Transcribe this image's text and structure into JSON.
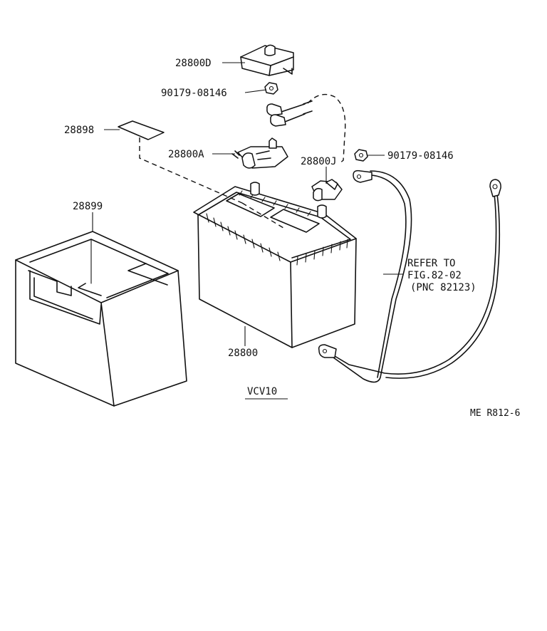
{
  "labels": {
    "p288000": "28800D",
    "p90179_top": "90179-08146",
    "p28898": "28898",
    "p28800A": "28800A",
    "p28800J": "28800J",
    "p90179_right": "90179-08146",
    "p28899": "28899",
    "p28800": "28800",
    "refer_line1": "REFER TO",
    "refer_line2": "FIG.82-02",
    "refer_line3": "(PNC 82123)",
    "model": "VCV10",
    "figure_code": "ME R812-6"
  }
}
